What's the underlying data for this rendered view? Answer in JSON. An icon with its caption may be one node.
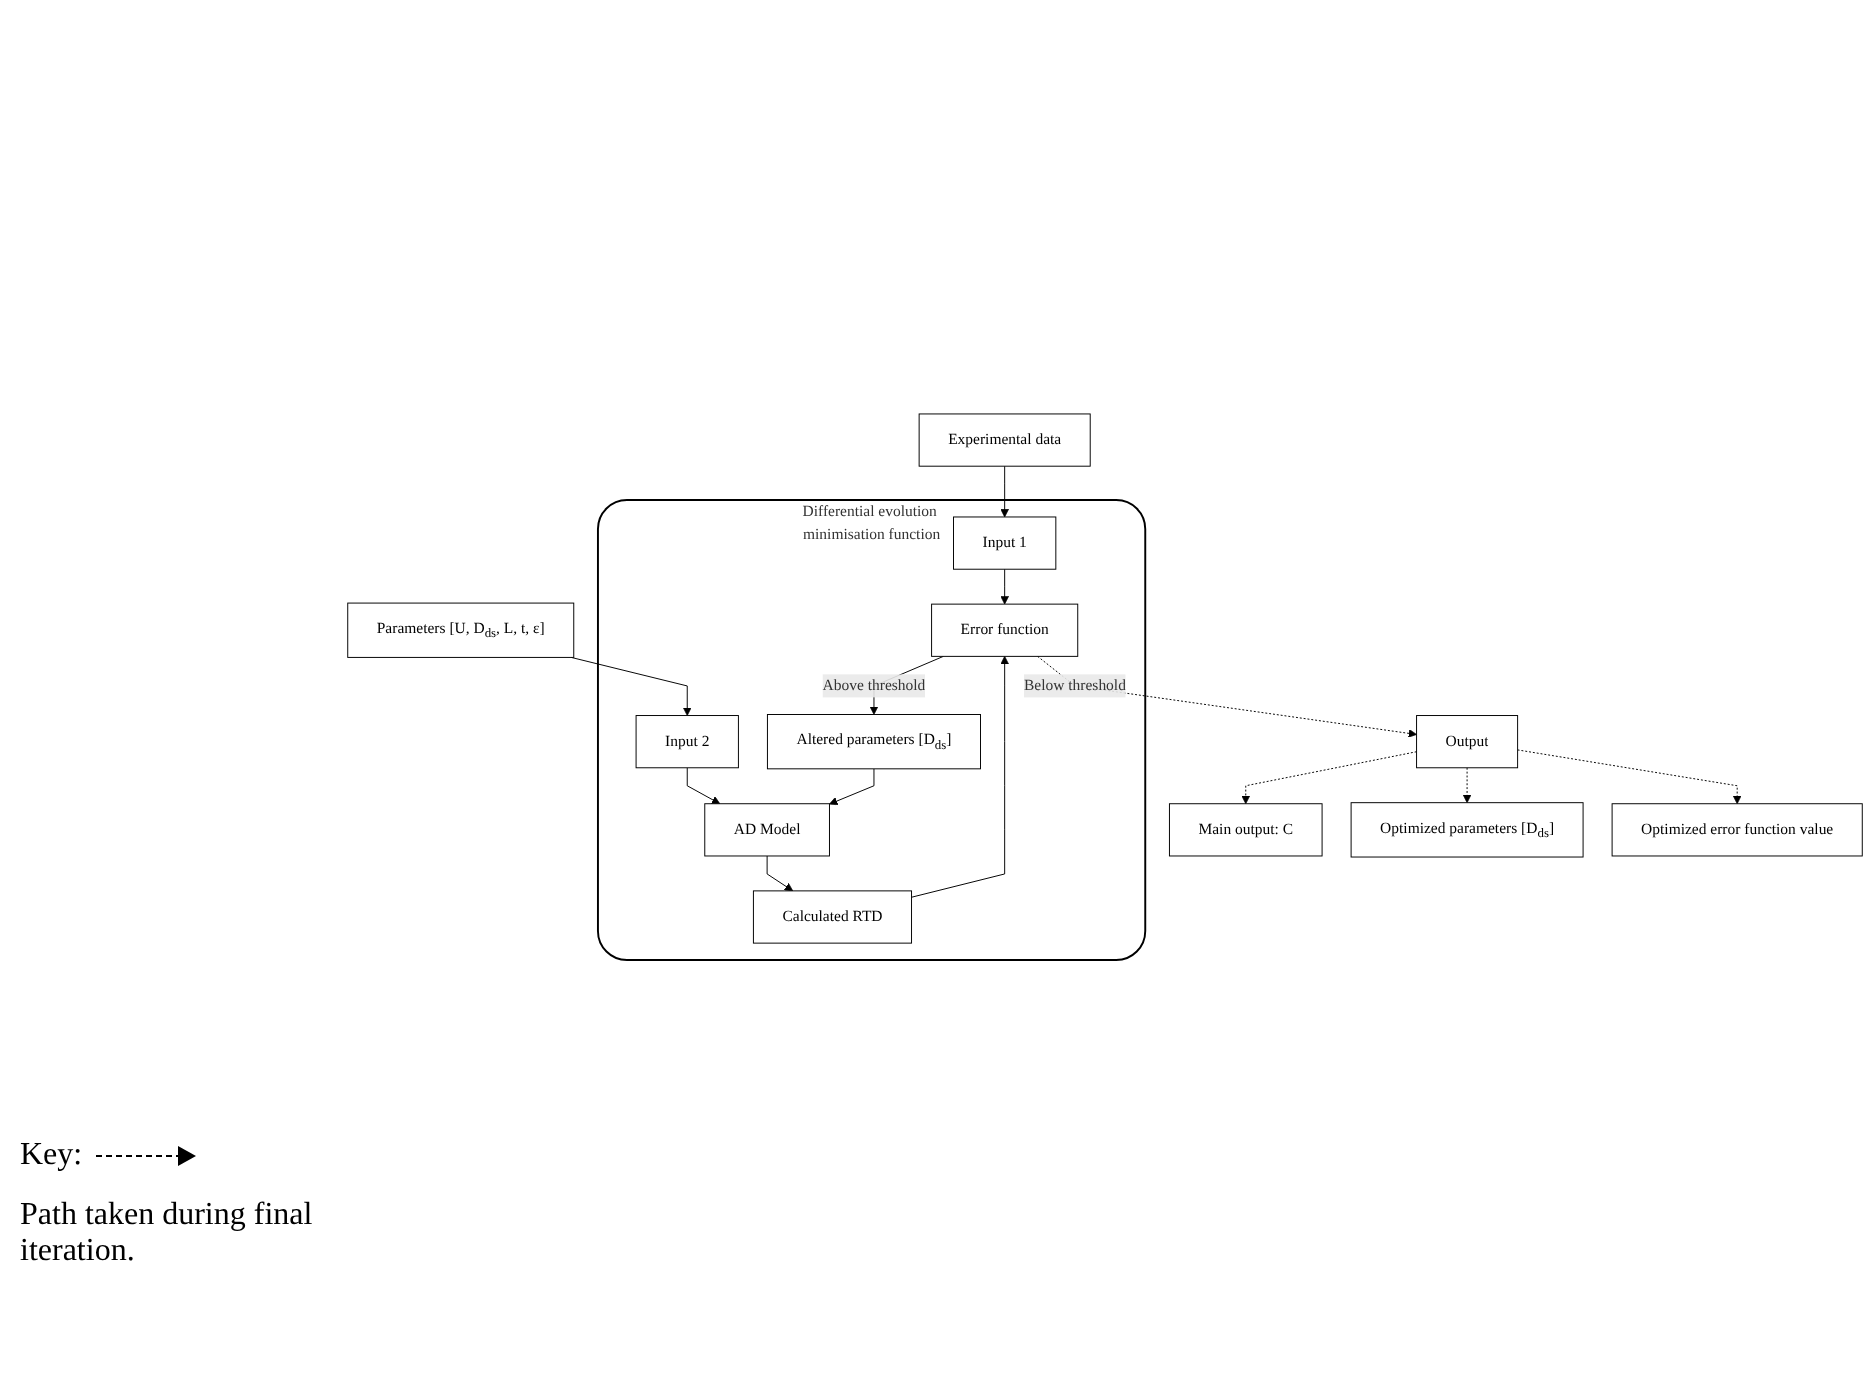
{
  "diagram": {
    "nodes": [
      {
        "text": [
          "Experimental data"
        ]
      },
      {
        "text": [
          "Parameters [U, D$_{ds}$, L, t, ε]"
        ]
      },
      {
        "text": [
          "Differential evolution minimisation function"
        ]
      },
      {
        "text": [
          "Input 1"
        ],
        "in": 2
      },
      {
        "text": [
          "Input 2"
        ],
        "in": 2
      },
      {
        "text": [
          "AD Model"
        ],
        "in": 2
      },
      {
        "text": [
          "Calculated RTD"
        ],
        "in": 2
      },
      {
        "text": [
          "Altered parameters [D$_{ds}$]"
        ],
        "in": 2
      },
      {
        "text": [
          "Error function"
        ],
        "in": 2
      },
      {
        "text": [
          "Output"
        ]
      },
      {
        "text": [
          "Main output: C"
        ]
      },
      {
        "text": [
          "Optimized parameters [D$_{ds}$]"
        ]
      },
      {
        "text": [
          "Optimized error function value"
        ]
      }
    ],
    "edges": [
      {
        "from": 0,
        "to": 3,
        "arrow": "to"
      },
      {
        "from": 1,
        "to": 4,
        "arrow": "to"
      },
      {
        "from": 4,
        "to": 5,
        "arrow": "to"
      },
      {
        "from": 5,
        "to": 6,
        "arrow": "to"
      },
      {
        "from": 6,
        "to": 8,
        "arrow": "to"
      },
      {
        "from": 3,
        "to": 8,
        "arrow": "to"
      },
      {
        "from": 8,
        "to": 7,
        "arrow": "to",
        "label": "Above threshold"
      },
      {
        "from": 7,
        "to": 5,
        "arrow": "to"
      },
      {
        "from": 8,
        "to": 9,
        "arrow": "to",
        "label": "Below threshold",
        "style": "dashed"
      },
      {
        "from": 9,
        "to": 10,
        "arrow": "to",
        "style": "dashed"
      },
      {
        "from": 9,
        "to": 11,
        "arrow": "to",
        "style": "dashed"
      },
      {
        "from": 9,
        "to": 12,
        "arrow": "to",
        "style": "dashed"
      }
    ],
    "labels": [
      "Key:"
    ],
    "legend": [
      {
        "text": "Path taken during final iteration."
      }
    ]
  }
}
